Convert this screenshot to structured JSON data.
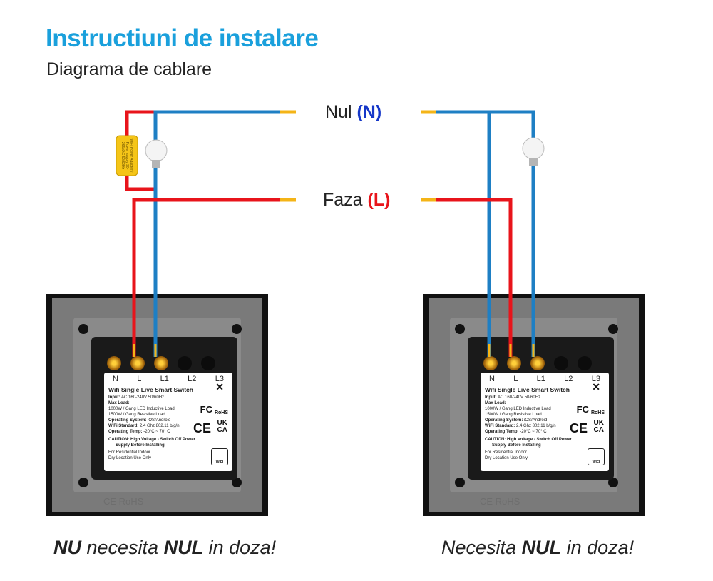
{
  "header": {
    "title": "Instructiuni de instalare",
    "subtitle": "Diagrama de cablare"
  },
  "wires": {
    "neutral_label": "Nul",
    "neutral_code": "(N)",
    "phase_label": "Faza",
    "phase_code": "(L)",
    "colors": {
      "neutral": "#1e7fc4",
      "phase": "#e8141b",
      "neutral_text": "#1537c8",
      "phase_text": "#e8141b",
      "wire_tip": "#f4b417"
    }
  },
  "capacitor": {
    "text": "WiFi Power Adapter / Power supply 90-265VAC 50/60Hz",
    "color": "#f5c518"
  },
  "switch_label": {
    "terminals": [
      "N",
      "L",
      "L1",
      "L2",
      "L3"
    ],
    "title": "Wifi Single Live Smart Switch",
    "input_key": "Input:",
    "input_val": "AC 160-240V 50/60Hz",
    "maxload_key": "Max Load:",
    "load1": "1000W / Gang LED Inductive Load",
    "load2": "1500W / Gang Resistive Load",
    "os_key": "Operating System:",
    "os_val": "iOS/Android",
    "wifi_key": "WiFi Standard:",
    "wifi_val": "2.4 Ghz 802.11 b/g/n",
    "temp_key": "Operating Temp:",
    "temp_val": "-20°C ~ 70° C",
    "caution1": "CAUTION: High Voltage - Switch Off Power",
    "caution2": "Supply Before Installing",
    "indoor1": "For Residential Indoor",
    "indoor2": "Dry Location Use Only",
    "fc": "FC",
    "rohs": "RoHS",
    "ce": "CE",
    "ukca1": "UK",
    "ukca2": "CA",
    "wifi_badge": "WIFI",
    "plate_mark": "CE RoHS"
  },
  "captions": {
    "left_bold1": "NU",
    "left_mid": " necesita ",
    "left_bold2": "NUL",
    "left_end": " in doza!",
    "right_start": "Necesita ",
    "right_bold": "NUL",
    "right_end": " in doza!"
  }
}
